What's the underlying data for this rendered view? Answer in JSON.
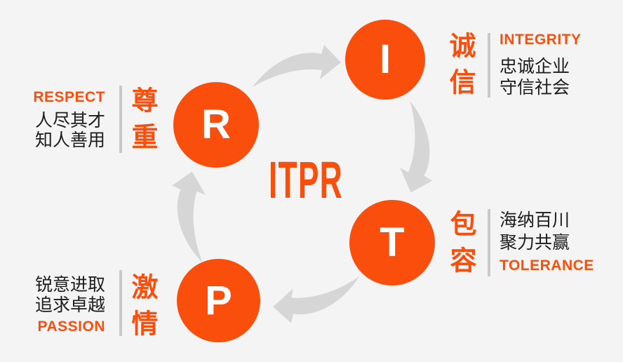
{
  "title": "ITPR",
  "colors": {
    "accent": "#FA4E0D",
    "background": "#F4F4F5",
    "text": "#1C1C1C",
    "arrow": "#D6D6D6",
    "divider": "#C9C9C9",
    "circle_letter": "#FFFFFF"
  },
  "nodes": {
    "integrity": {
      "letter": "I",
      "zh": "诚信",
      "en": "INTEGRITY",
      "desc": [
        "忠诚企业",
        "守信社会"
      ]
    },
    "tolerance": {
      "letter": "T",
      "zh": "包容",
      "en": "TOLERANCE",
      "desc": [
        "海纳百川",
        "聚力共赢"
      ]
    },
    "passion": {
      "letter": "P",
      "zh": "激情",
      "en": "PASSION",
      "desc": [
        "锐意进取",
        "追求卓越"
      ]
    },
    "respect": {
      "letter": "R",
      "zh": "尊重",
      "en": "RESPECT",
      "desc": [
        "人尽其才",
        "知人善用"
      ]
    }
  },
  "icons": {
    "arrows": [
      "cycle-arrow-top",
      "cycle-arrow-right",
      "cycle-arrow-bottom",
      "cycle-arrow-left"
    ]
  }
}
